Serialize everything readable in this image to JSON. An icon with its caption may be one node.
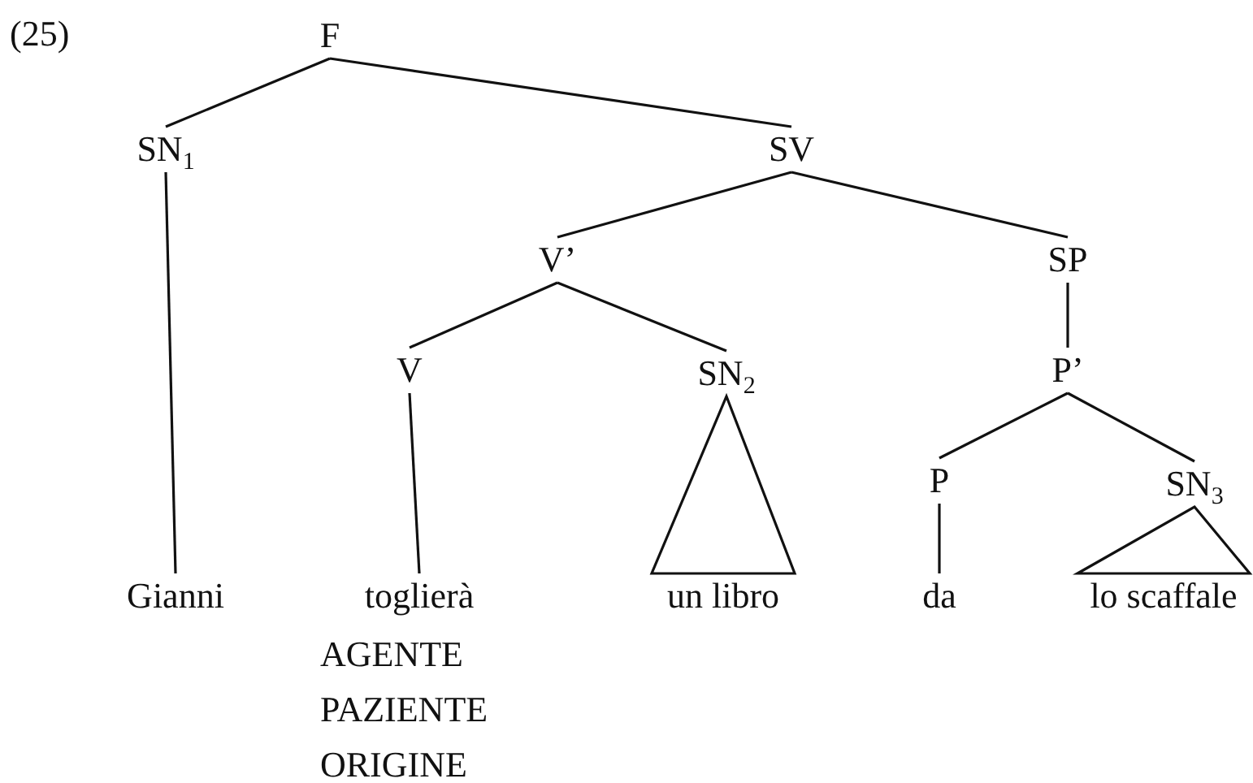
{
  "diagram": {
    "nodes": [
      {
        "text": [
          "F"
        ]
      },
      {
        "text": [
          "SN$_{1}$"
        ]
      },
      {
        "text": [
          "SV"
        ]
      },
      {
        "text": [
          "V’"
        ]
      },
      {
        "text": [
          "SP"
        ]
      },
      {
        "text": [
          "V"
        ]
      },
      {
        "text": [
          "SN$_{2}$"
        ]
      },
      {
        "text": [
          "P’"
        ]
      },
      {
        "text": [
          "P"
        ]
      },
      {
        "text": [
          "SN$_{3}$"
        ]
      },
      {
        "text": [
          "Gianni"
        ]
      },
      {
        "text": [
          "toglierà"
        ],
        "beside": [
          "AGENTE",
          "PAZIENTE",
          "ORIGINE"
        ]
      },
      {
        "text": [
          "un libro"
        ]
      },
      {
        "text": [
          "da"
        ]
      },
      {
        "text": [
          "lo scaffale"
        ]
      }
    ],
    "edges": [
      {
        "from": 0,
        "to": 1,
        "arrow": "none"
      },
      {
        "from": 0,
        "to": 2,
        "arrow": "none"
      },
      {
        "from": 1,
        "to": 10,
        "arrow": "none"
      },
      {
        "from": 2,
        "to": 3,
        "arrow": "none"
      },
      {
        "from": 2,
        "to": 4,
        "arrow": "none"
      },
      {
        "from": 3,
        "to": 5,
        "arrow": "none"
      },
      {
        "from": 3,
        "to": 6,
        "arrow": "none"
      },
      {
        "from": 4,
        "to": 7,
        "arrow": "none"
      },
      {
        "from": 5,
        "to": 11,
        "arrow": "none"
      },
      {
        "from": 6,
        "to": 12,
        "arrow": "none"
      },
      {
        "from": 7,
        "to": 8,
        "arrow": "none"
      },
      {
        "from": 7,
        "to": 9,
        "arrow": "none"
      },
      {
        "from": 8,
        "to": 13,
        "arrow": "none"
      },
      {
        "from": 9,
        "to": 14,
        "arrow": "none"
      }
    ],
    "labels": [
      "(25)"
    ]
  }
}
